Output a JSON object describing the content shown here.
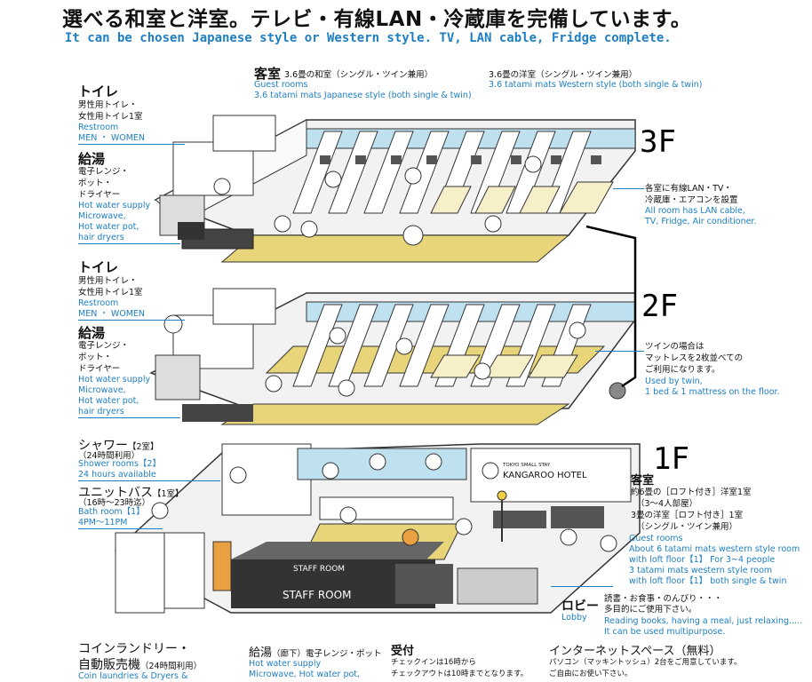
{
  "header": {
    "title_jp": "選べる和室と洋室。テレビ・有線LAN・冷蔵庫を完備しています。",
    "title_en": "It can be chosen Japanese style or Western style. TV, LAN cable, Fridge complete."
  },
  "floor3": {
    "floor_label": "3F",
    "toilet": {
      "title": "トイレ",
      "jp_1": "男性用トイレ・",
      "jp_2": "女性用トイレ1室",
      "en_1": "Restroom",
      "en_2": "MEN ・ WOMEN"
    },
    "kitchen": {
      "title": "給湯",
      "jp_1": "電子レンジ・",
      "jp_2": "ポット・",
      "jp_3": "ドライヤー",
      "en_1": "Hot water supply",
      "en_2": "Microwave,",
      "en_3": "Hot water pot,",
      "en_4": "hair dryers"
    },
    "guest_room": {
      "title": "客室",
      "jp_sub": "3.6畳の和室（シングル・ツイン兼用）",
      "en_1": "Guest rooms",
      "en_2": "3.6 tatami mats Japanese style (both single & twin)"
    },
    "western_room": {
      "jp": "3.6畳の洋室（シングル・ツイン兼用）",
      "en": "3.6 tatami mats Western style (both single & twin)"
    },
    "amenities": {
      "jp_1": "各室に有線LAN・TV・",
      "jp_2": "冷蔵庫・エアコンを設置",
      "en_1": "All room has LAN cable,",
      "en_2": "TV, Fridge, Air conditioner."
    }
  },
  "floor2": {
    "floor_label": "2F",
    "toilet": {
      "title": "トイレ",
      "jp_1": "男性用トイレ・",
      "jp_2": "女性用トイレ1室",
      "en_1": "Restroom",
      "en_2": "MEN ・ WOMEN"
    },
    "kitchen": {
      "title": "給湯",
      "jp_1": "電子レンジ・",
      "jp_2": "ポット・",
      "jp_3": "ドライヤー",
      "en_1": "Hot water supply",
      "en_2": "Microwave,",
      "en_3": "Hot water pot,",
      "en_4": "hair dryers"
    },
    "twin_note": {
      "jp_1": "ツインの場合は",
      "jp_2": "マットレスを2枚並べての",
      "jp_3": "ご利用になります。",
      "en_1": "Used by twin,",
      "en_2": "1 bed & 1 mattress on the floor."
    }
  },
  "floor1": {
    "floor_label": "1F",
    "shower": {
      "title": "シャワー",
      "count": "【2室】",
      "jp_hours": "（24時間利用）",
      "en_1": "Shower rooms【2】",
      "en_2": "24 hours available"
    },
    "bath": {
      "title": "ユニットバス",
      "count": "【1室】",
      "jp_hours": "（16時〜23時迄）",
      "en_1": "Bath room【1】",
      "en_2": "4PM〜11PM"
    },
    "guest_room": {
      "title": "客室",
      "jp_1": "約6畳の［ロフト付き］洋室1室",
      "jp_2": "（3〜4人部屋）",
      "jp_3": "3畳の洋室［ロフト付き］1室",
      "jp_4": "（シングル・ツイン兼用）",
      "en_1": "Guest rooms",
      "en_2": "About 6 tatami mats western style room",
      "en_3": "with loft floor【1】 For 3~4 people",
      "en_4": "3 tatami mats western style room",
      "en_5": "with loft floor【1】 both single & twin"
    },
    "lobby": {
      "title": "ロビー",
      "en_title": "Lobby",
      "jp_1": "読書・お食事・のんびり・・・",
      "jp_2": "多目的にご使用下さい。",
      "en_1": "Reading books, having a meal, just relaxing.....",
      "en_2": "It can be used multipurpose."
    },
    "laundry": {
      "title_1": "コインランドリー・",
      "title_2": "自動販売機",
      "hours": "（24時間利用）",
      "en_1": "Coin laundries & Dryers &"
    },
    "kitchen": {
      "title": "給湯",
      "sub": "（廊下）電子レンジ・ポット",
      "en_1": "Hot water supply",
      "en_2": "Microwave, Hot water pot,"
    },
    "reception": {
      "title": "受付",
      "jp_1": "チェックインは16時から",
      "jp_2": "チェックアウトは10時までとなります。"
    },
    "internet": {
      "title": "インターネットスペース（無料）",
      "jp_1": "パソコン（マッキントッシュ）2台をご用意しています。",
      "jp_2": "ご自由にお使い下さい。"
    },
    "staff_room_1": "STAFF ROOM",
    "staff_room_2": "STAFF ROOM",
    "hotel_sign_small": "TOKYO SMALL STAY",
    "hotel_sign": "KANGAROO HOTEL"
  },
  "colors": {
    "accent_blue": "#1e7fc3",
    "floor_tan": "#e8d57a",
    "wall_gray": "#cfcfcf",
    "dark": "#222222"
  }
}
